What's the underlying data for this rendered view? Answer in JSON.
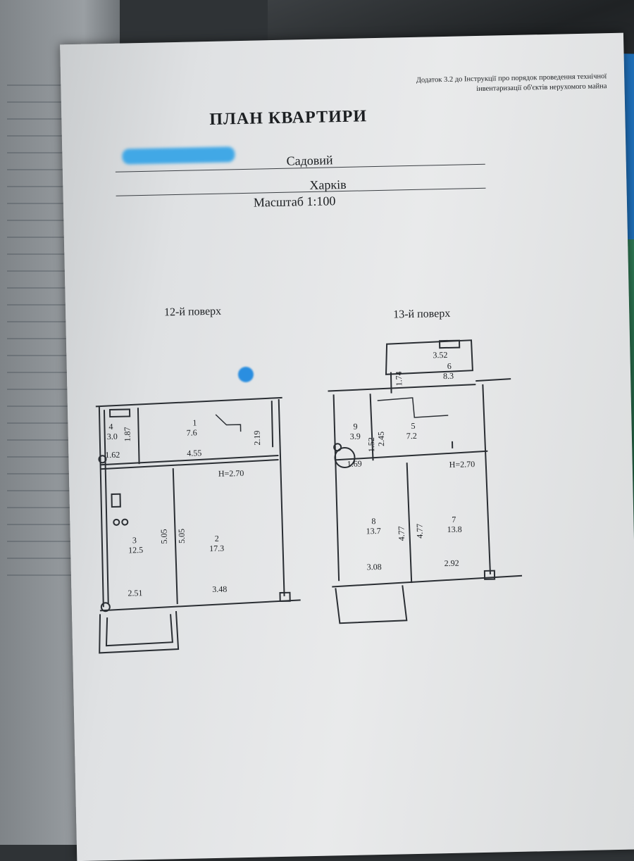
{
  "document": {
    "appendix_line1": "Додаток 3.2 до Інструкції про порядок проведення технічної",
    "appendix_line2": "інвентаризації об'єктів нерухомого майна",
    "title": "ПЛАН КВАРТИРИ",
    "street": "Садовий",
    "city": "Харків",
    "scale": "Масштаб 1:100"
  },
  "floors": {
    "floor12_label": "12-й поверх",
    "floor13_label": "13-й поверх"
  },
  "floor12_rooms": [
    {
      "num": "4",
      "area": "3.0"
    },
    {
      "num": "1",
      "area": "7.6"
    },
    {
      "num": "3",
      "area": "12.5"
    },
    {
      "num": "2",
      "area": "17.3"
    }
  ],
  "floor12_dims": {
    "d187": "1.87",
    "d162": "1.62",
    "d455": "4.55",
    "d219": "2.19",
    "height": "H=2.70",
    "d505a": "5.05",
    "d505b": "5.05",
    "d251": "2.51",
    "d348": "3.48"
  },
  "floor13_rooms": [
    {
      "num": "6",
      "area": "8.3"
    },
    {
      "num": "9",
      "area": "3.9"
    },
    {
      "num": "5",
      "area": "7.2"
    },
    {
      "num": "8",
      "area": "13.7"
    },
    {
      "num": "7",
      "area": "13.8"
    }
  ],
  "floor13_dims": {
    "d352": "3.52",
    "d174": "1.74",
    "d245": "2.45",
    "d152": "1.52",
    "d169": "1.69",
    "height": "H=2.70",
    "d477a": "4.77",
    "d477b": "4.77",
    "d308": "3.08",
    "d292": "2.92"
  }
}
